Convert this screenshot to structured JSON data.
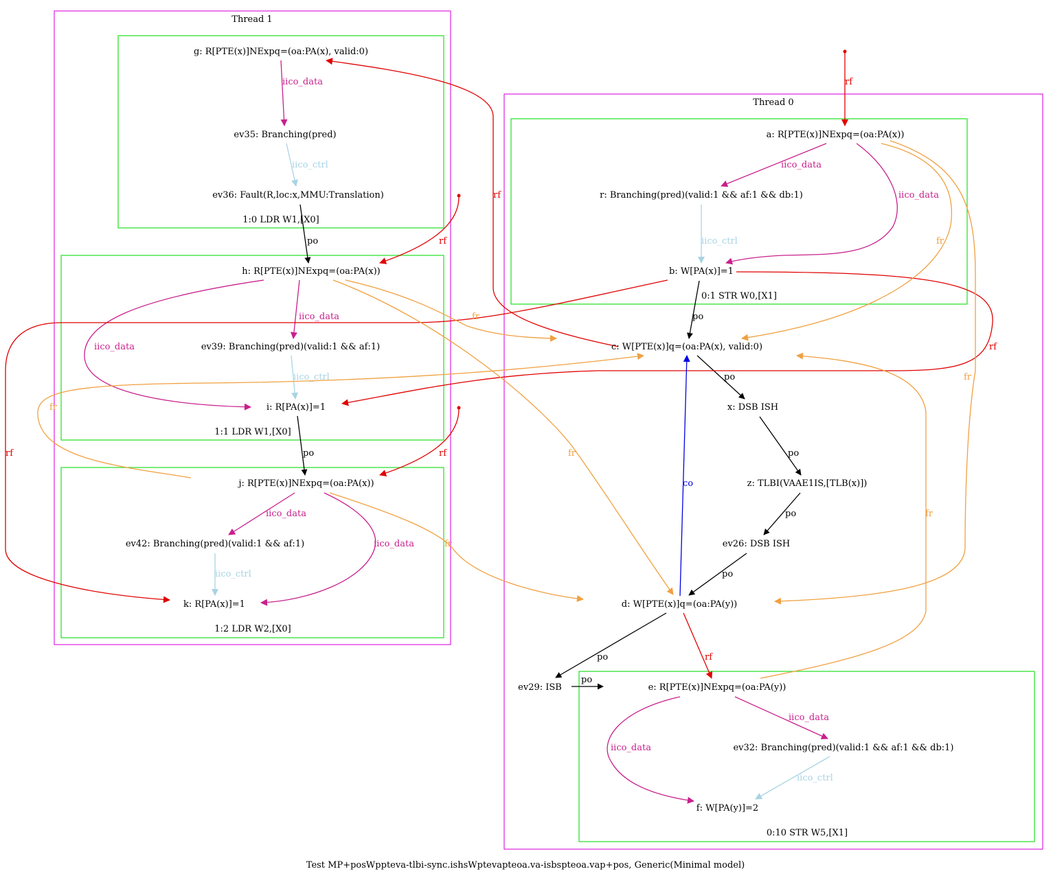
{
  "caption": "Test MP+posWppteva-tlbi-sync.ishsWptevapteoa.va-isbspteoa.vap+pos, Generic(Minimal model)",
  "colors": {
    "thread_border": "#e020e0",
    "instr_border": "#20e020",
    "po": "#000000",
    "rf": "#e00000",
    "fr": "#f0a040",
    "co": "#0000e0",
    "iico_data": "#c8208c",
    "iico_ctrl": "#a8d4e4"
  },
  "clusters": {
    "thread1": "Thread 1",
    "thread0": "Thread 0",
    "t1_i0": "1:0 LDR W1,[X0]",
    "t1_i1": "1:1 LDR W1,[X0]",
    "t1_i2": "1:2 LDR W2,[X0]",
    "t0_i0": "0:1 STR W0,[X1]",
    "t0_i1": "0:10 STR W5,[X1]"
  },
  "nodes": {
    "g": "g: R[PTE(x)]NExpq=(oa:PA(x), valid:0)",
    "ev35": "ev35: Branching(pred)",
    "ev36": "ev36: Fault(R,loc:x,MMU:Translation)",
    "h": "h: R[PTE(x)]NExpq=(oa:PA(x))",
    "ev39": "ev39: Branching(pred)(valid:1 && af:1)",
    "i": "i: R[PA(x)]=1",
    "j": "j: R[PTE(x)]NExpq=(oa:PA(x))",
    "ev42": "ev42: Branching(pred)(valid:1 && af:1)",
    "k": "k: R[PA(x)]=1",
    "a": "a: R[PTE(x)]NExpq=(oa:PA(x))",
    "r": "r: Branching(pred)(valid:1 && af:1 && db:1)",
    "b": "b: W[PA(x)]=1",
    "c": "c: W[PTE(x)]q=(oa:PA(x), valid:0)",
    "x": "x: DSB ISH",
    "z": "z: TLBI(VAAE1IS,[TLB(x)])",
    "ev26": "ev26: DSB ISH",
    "d": "d: W[PTE(x)]q=(oa:PA(y))",
    "ev29": "ev29: ISB",
    "e": "e: R[PTE(x)]NExpq=(oa:PA(y))",
    "ev32": "ev32: Branching(pred)(valid:1 && af:1 && db:1)",
    "f": "f: W[PA(y)]=2"
  },
  "edge_labels": {
    "po": "po",
    "rf": "rf",
    "fr": "fr",
    "co": "co",
    "iico_data": "iico_data",
    "iico_ctrl": "iico_ctrl"
  }
}
